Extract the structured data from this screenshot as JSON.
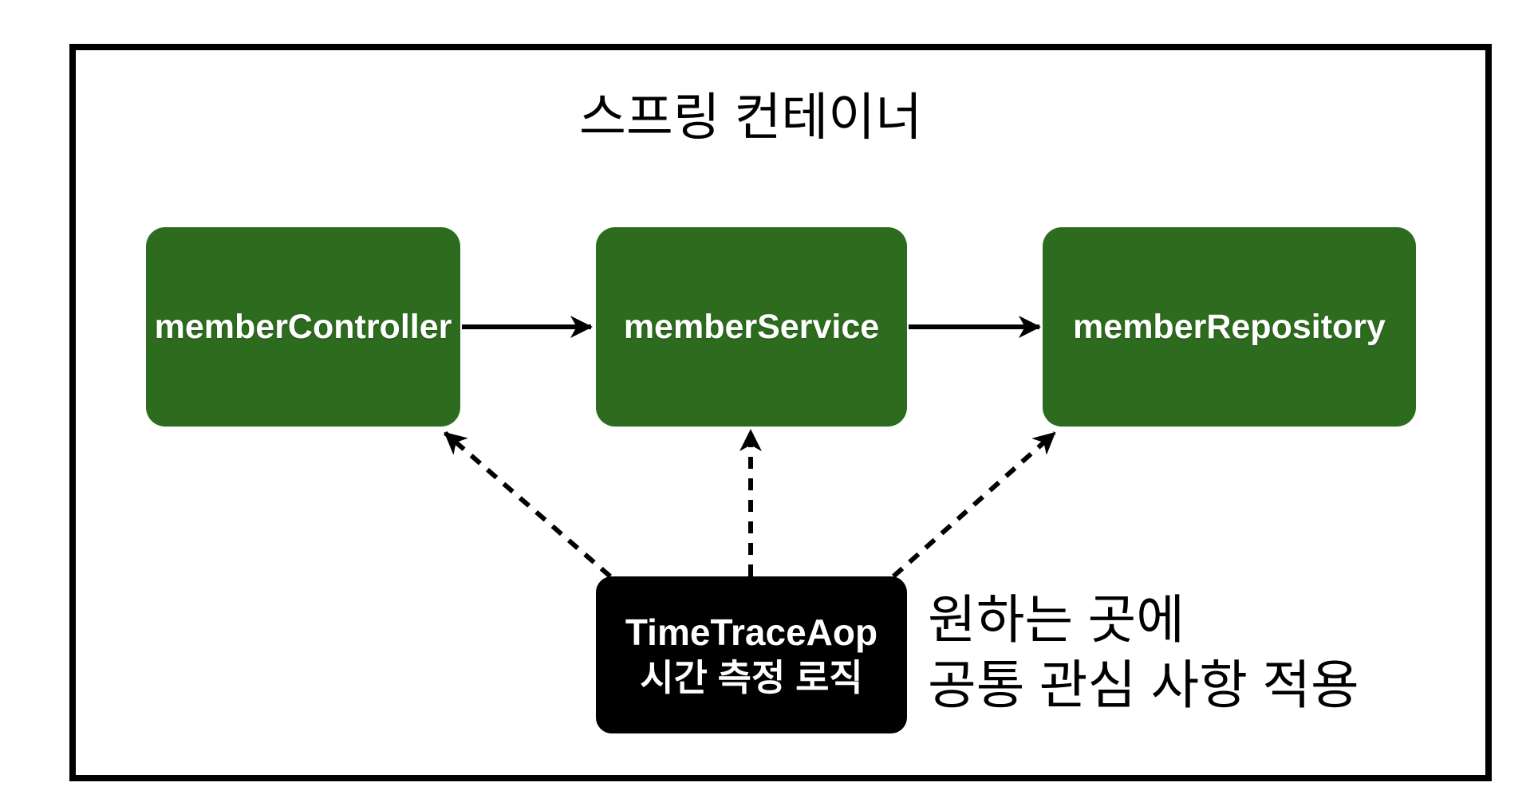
{
  "diagram": {
    "container_title": "스프링 컨테이너",
    "beans": [
      {
        "label": "memberController"
      },
      {
        "label": "memberService"
      },
      {
        "label": "memberRepository"
      }
    ],
    "aop": {
      "title": "TimeTraceAop",
      "subtitle": "시간 측정 로직"
    },
    "annotation": {
      "line1": "원하는 곳에",
      "line2": "공통 관심 사항 적용"
    },
    "colors": {
      "bean_fill": "#2D6B1E",
      "aop_fill": "#000000",
      "label_text": "#FFFFFF",
      "frame_border": "#000000",
      "canvas_bg": "#FFFFFF",
      "arrow": "#000000"
    }
  }
}
